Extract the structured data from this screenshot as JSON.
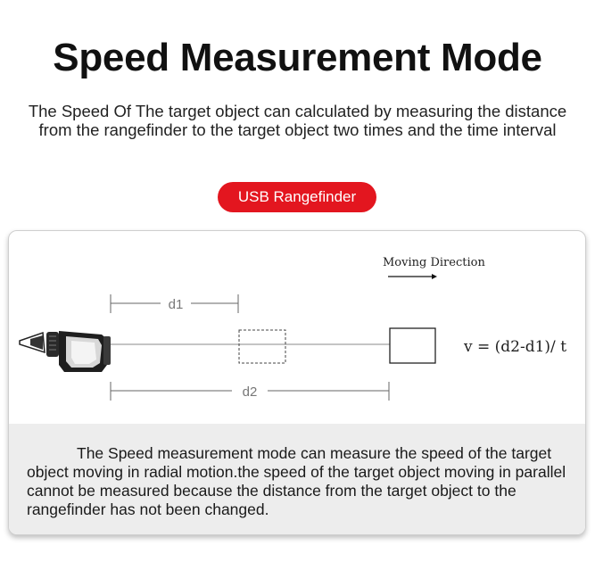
{
  "title": "Speed Measurement Mode",
  "subtitle": "The Speed Of The target object can calculated by measuring the distance from the rangefinder to the target object two times and the time interval",
  "badge": "USB Rangefinder",
  "diagram": {
    "moving_direction": "Moving Direction",
    "d1_label": "d1",
    "d2_label": "d2",
    "formula": "v = (d2-d1)/ t"
  },
  "description": "The Speed measurement mode can measure the speed of the target object moving in radial motion.the speed of the target object moving in parallel cannot be measured because the distance from the target object to the rangefinder has not been changed.",
  "colors": {
    "badge": "#e3161f",
    "panel": "#ededed"
  }
}
